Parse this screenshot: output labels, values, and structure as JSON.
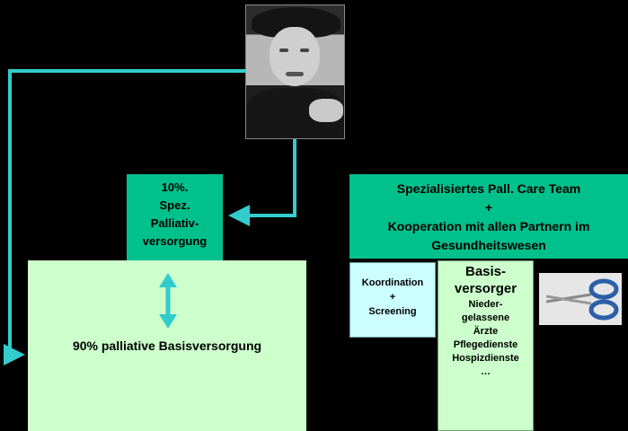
{
  "colors": {
    "background": "#000000",
    "teal_box": "#00c08b",
    "light_green_box": "#ccffcc",
    "light_cyan_box": "#ccffff",
    "arrow": "#33cccc"
  },
  "spez_box": {
    "lines": [
      "10%.",
      "Spez.",
      "Palliativ-",
      "versorgung"
    ]
  },
  "basis_box": {
    "label": "90% palliative Basisversorgung"
  },
  "team_box": {
    "lines": [
      "Spezialisiertes Pall. Care Team",
      "+",
      "Kooperation mit allen Partnern im",
      "Gesundheitswesen"
    ]
  },
  "koord_box": {
    "lines": [
      "Koordination",
      "+",
      "Screening"
    ]
  },
  "basisversorger_box": {
    "title_lines": [
      "Basis-",
      "versorger"
    ],
    "items": [
      "Nieder-",
      "gelassene",
      "Ärzte",
      "Pflegedienste",
      "Hospizdienste",
      "…"
    ]
  },
  "images": {
    "photo": "person-photo",
    "scissors": "scissors-icon"
  }
}
